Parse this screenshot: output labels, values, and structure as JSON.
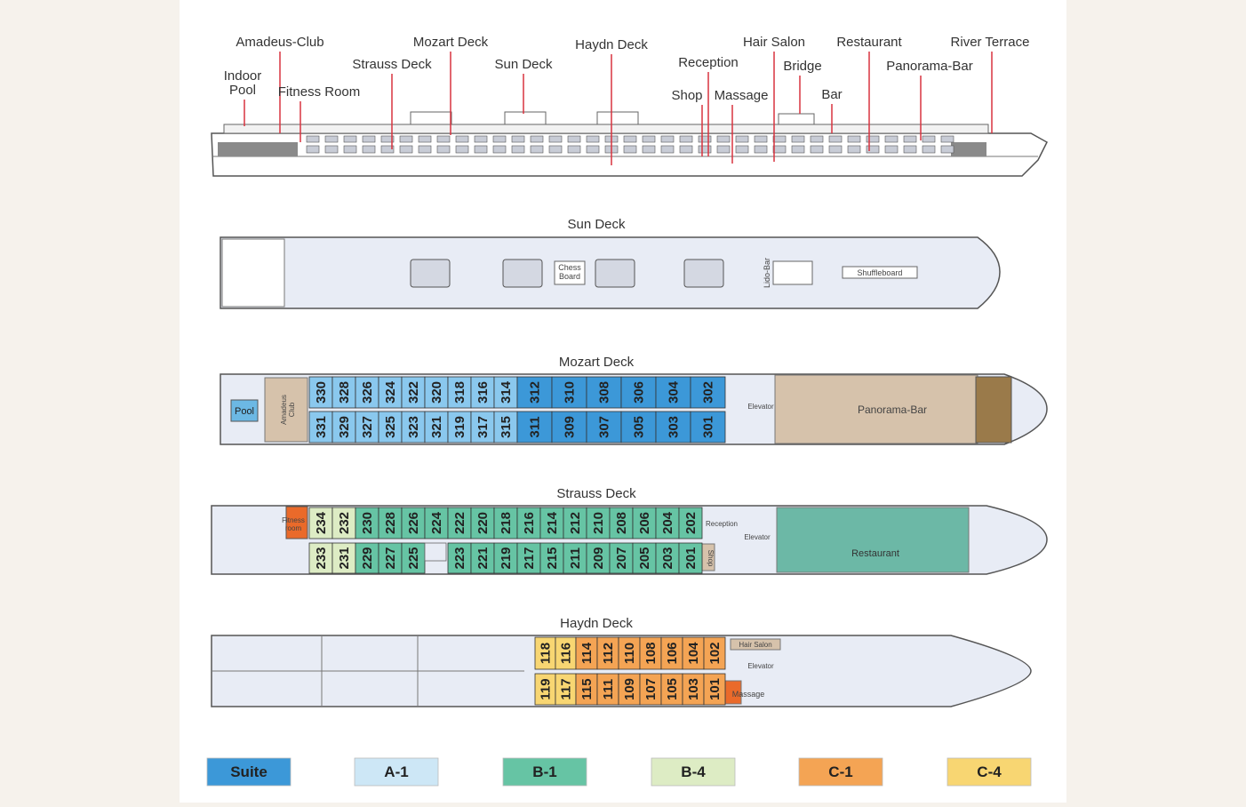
{
  "colors": {
    "page_bg": "#f6f2ec",
    "card_bg": "#ffffff",
    "hull_fill": "#e8ecf5",
    "hull_stroke": "#555555",
    "callout_line": "#d9333f",
    "suite": "#3c98d8",
    "a1": "#cde7f6",
    "a1_cabin": "#8ac8ee",
    "b1": "#66c4a4",
    "b4": "#ddecc4",
    "c1": "#f4a454",
    "c4": "#f8d672",
    "salon": "#d6c2ab",
    "fitness": "#ea6a2a",
    "pool": "#6cb8e4"
  },
  "profile_labels": [
    {
      "key": "amadeus_club",
      "text": "Amadeus-Club"
    },
    {
      "key": "indoor_pool_1",
      "text": "Indoor"
    },
    {
      "key": "indoor_pool_2",
      "text": "Pool"
    },
    {
      "key": "fitness_room",
      "text": "Fitness Room"
    },
    {
      "key": "strauss_deck",
      "text": "Strauss Deck"
    },
    {
      "key": "mozart_deck",
      "text": "Mozart Deck"
    },
    {
      "key": "sun_deck",
      "text": "Sun Deck"
    },
    {
      "key": "haydn_deck",
      "text": "Haydn Deck"
    },
    {
      "key": "reception",
      "text": "Reception"
    },
    {
      "key": "shop",
      "text": "Shop"
    },
    {
      "key": "massage",
      "text": "Massage"
    },
    {
      "key": "hair_salon",
      "text": "Hair Salon"
    },
    {
      "key": "bridge",
      "text": "Bridge"
    },
    {
      "key": "bar",
      "text": "Bar"
    },
    {
      "key": "restaurant",
      "text": "Restaurant"
    },
    {
      "key": "panorama_bar",
      "text": "Panorama-Bar"
    },
    {
      "key": "river_terrace",
      "text": "River Terrace"
    }
  ],
  "decks": {
    "sun": {
      "title": "Sun Deck",
      "chess": "Chess\nBoard",
      "lido": "Lido-Bar",
      "shuffleboard": "Shuffleboard"
    },
    "mozart": {
      "title": "Mozart Deck",
      "pool": "Pool",
      "club": "Amadeus\nClub",
      "elevator": "Elevator",
      "panorama": "Panorama-Bar",
      "top_a1": [
        "330",
        "328",
        "326",
        "324",
        "322",
        "320",
        "318",
        "316",
        "314"
      ],
      "top_suite": [
        "312",
        "310",
        "308",
        "306",
        "304",
        "302"
      ],
      "bottom_a1": [
        "331",
        "329",
        "327",
        "325",
        "323",
        "321",
        "319",
        "317",
        "315"
      ],
      "bottom_suite": [
        "311",
        "309",
        "307",
        "305",
        "303",
        "301"
      ]
    },
    "strauss": {
      "title": "Strauss Deck",
      "fitness": "Fitness\nroom",
      "reception": "Reception",
      "elevator": "Elevator",
      "shop": "Shop",
      "restaurant": "Restaurant",
      "top_b4": [
        "234",
        "232"
      ],
      "top_b1": [
        "230",
        "228",
        "226",
        "224",
        "222",
        "220",
        "218",
        "216",
        "214",
        "212",
        "210",
        "208",
        "206",
        "204",
        "202"
      ],
      "bottom_b4": [
        "233",
        "231"
      ],
      "bottom_b1a": [
        "229",
        "227",
        "225"
      ],
      "bottom_b1b": [
        "223",
        "221",
        "219",
        "217",
        "215",
        "211",
        "209",
        "207",
        "205",
        "203",
        "201"
      ]
    },
    "haydn": {
      "title": "Haydn Deck",
      "hair_salon": "Hair Salon",
      "elevator": "Elevator",
      "massage": "Massage",
      "top_c4": [
        "118",
        "116"
      ],
      "top_c1": [
        "114",
        "112",
        "110",
        "108",
        "106",
        "104",
        "102"
      ],
      "bottom_c4": [
        "119",
        "117"
      ],
      "bottom_c1": [
        "115",
        "111",
        "109",
        "107",
        "105",
        "103",
        "101"
      ]
    }
  },
  "legend": [
    {
      "label": "Suite",
      "color": "#3c98d8"
    },
    {
      "label": "A-1",
      "color": "#cde7f6"
    },
    {
      "label": "B-1",
      "color": "#66c4a4"
    },
    {
      "label": "B-4",
      "color": "#ddecc4"
    },
    {
      "label": "C-1",
      "color": "#f4a454"
    },
    {
      "label": "C-4",
      "color": "#f8d672"
    }
  ]
}
